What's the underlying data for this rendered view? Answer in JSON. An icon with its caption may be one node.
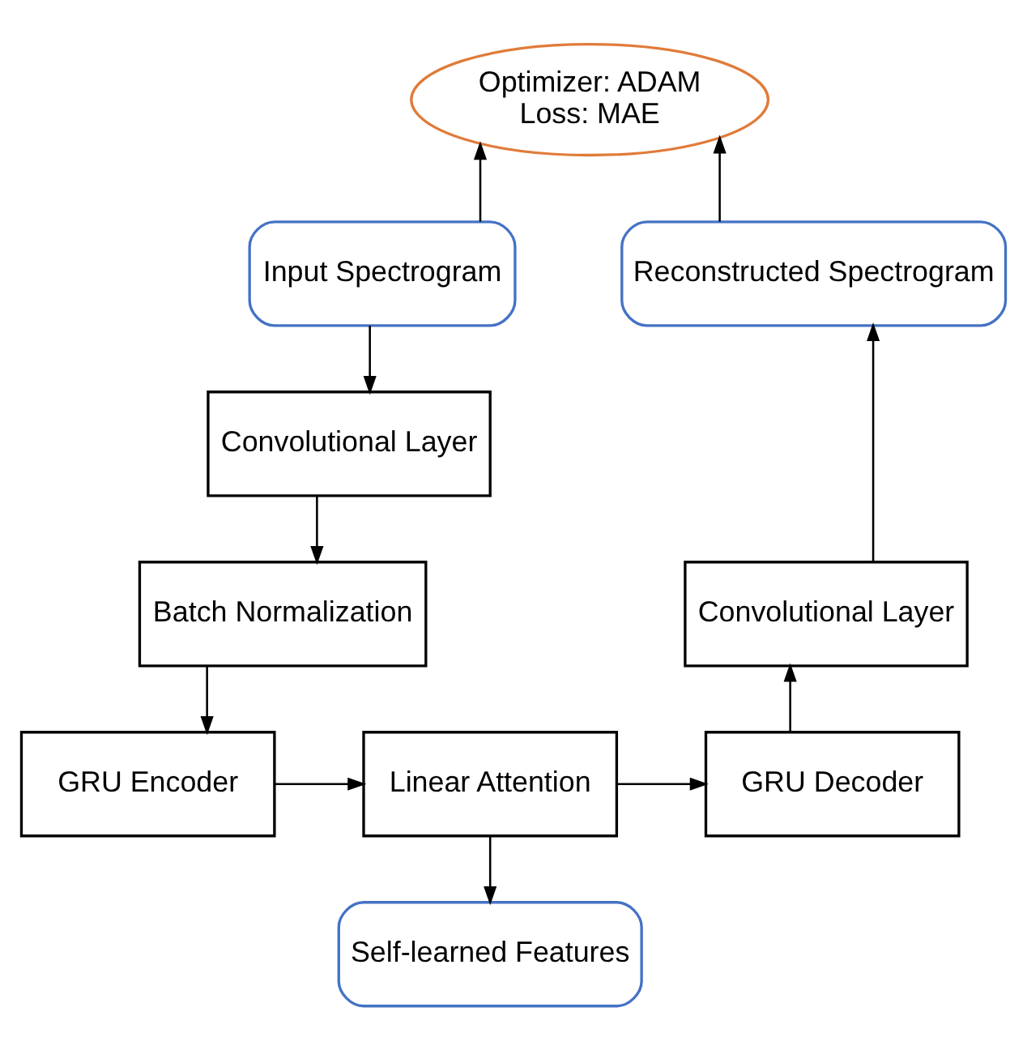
{
  "diagram": {
    "nodes": [
      {
        "text": [
          "Optimizer: ADAM",
          "Loss: MAE"
        ]
      },
      {
        "text": [
          "Input Spectrogram"
        ]
      },
      {
        "text": [
          "Reconstructed Spectrogram"
        ]
      },
      {
        "text": [
          "Convolutional Layer"
        ]
      },
      {
        "text": [
          "Batch Normalization"
        ]
      },
      {
        "text": [
          "GRU Encoder"
        ]
      },
      {
        "text": [
          "Linear Attention"
        ]
      },
      {
        "text": [
          "GRU Decoder"
        ]
      },
      {
        "text": [
          "Convolutional Layer"
        ]
      },
      {
        "text": [
          "Self-learned Features"
        ]
      }
    ],
    "edges": [
      {
        "from": 1,
        "to": 0,
        "arrow": "to"
      },
      {
        "from": 2,
        "to": 0,
        "arrow": "to"
      },
      {
        "from": 1,
        "to": 3,
        "arrow": "to"
      },
      {
        "from": 3,
        "to": 4,
        "arrow": "to"
      },
      {
        "from": 4,
        "to": 5,
        "arrow": "to"
      },
      {
        "from": 5,
        "to": 6,
        "arrow": "to"
      },
      {
        "from": 6,
        "to": 7,
        "arrow": "to"
      },
      {
        "from": 7,
        "to": 8,
        "arrow": "to"
      },
      {
        "from": 8,
        "to": 2,
        "arrow": "to"
      },
      {
        "from": 6,
        "to": 9,
        "arrow": "to"
      }
    ]
  }
}
